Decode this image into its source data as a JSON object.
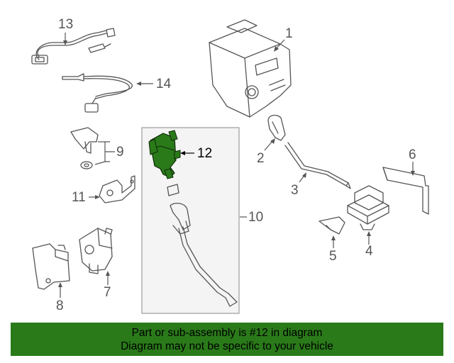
{
  "callouts": {
    "c1": "1",
    "c2": "2",
    "c3": "3",
    "c4": "4",
    "c5": "5",
    "c6": "6",
    "c7": "7",
    "c8": "8",
    "c9": "9",
    "c10": "10",
    "c11": "11",
    "c12": "12",
    "c13": "13",
    "c14": "14"
  },
  "highlight_part": "12",
  "colors": {
    "highlight_fill": "#2a7a1a",
    "banner_bg": "#2a7a1a",
    "line": "#555555"
  },
  "banner": {
    "line1": "Part or sub-assembly is #12 in diagram",
    "line2": "Diagram may not be specific to your vehicle"
  }
}
